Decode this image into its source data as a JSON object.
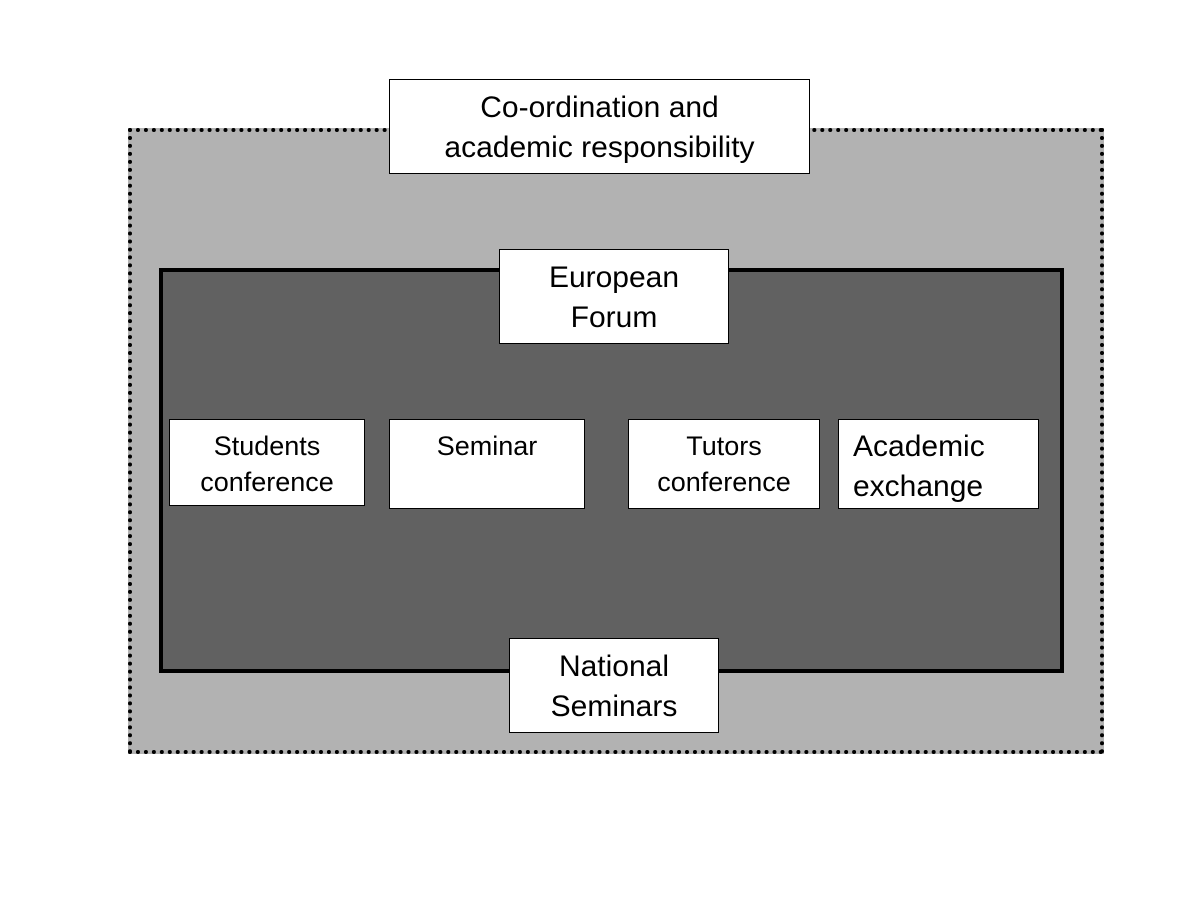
{
  "diagram": {
    "outer_region_color": "#b2b2b2",
    "inner_region_color": "#616161",
    "coordination": {
      "line1": "Co-ordination and",
      "line2": "academic responsibility"
    },
    "european_forum": {
      "line1": "European",
      "line2": "Forum"
    },
    "national_seminars": {
      "line1": "National",
      "line2": "Seminars"
    },
    "activities": [
      {
        "line1": "Students",
        "line2": "conference"
      },
      {
        "line1": "Seminar",
        "line2": ""
      },
      {
        "line1": "Tutors",
        "line2": "conference"
      },
      {
        "line1": "Academic",
        "line2": "exchange"
      }
    ]
  }
}
